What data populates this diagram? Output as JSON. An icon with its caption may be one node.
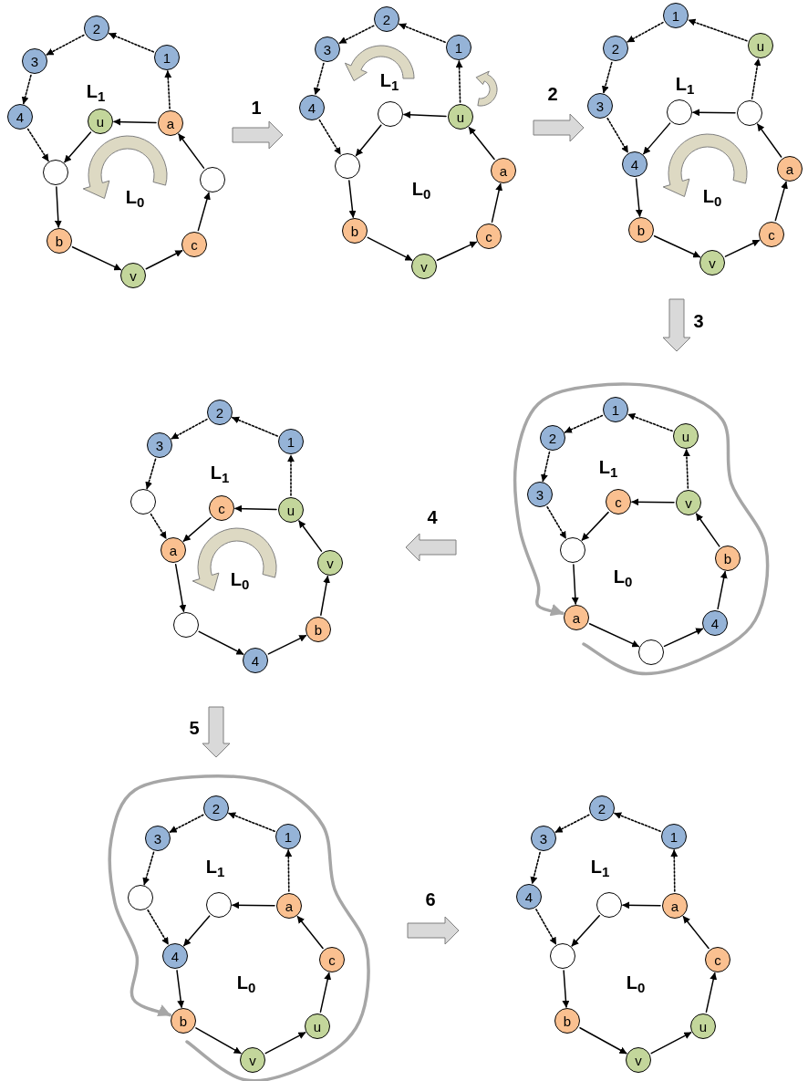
{
  "diagram": {
    "nodes": [
      {
        "text": [
          "2"
        ]
      },
      {
        "text": [
          "1"
        ]
      },
      {
        "text": [
          "3"
        ]
      },
      {
        "text": [
          "4"
        ]
      },
      {
        "text": [
          "u"
        ]
      },
      {
        "text": [
          "a"
        ]
      },
      {
        "text": [],
        "shape": "circle"
      },
      {
        "text": [],
        "shape": "circle"
      },
      {
        "text": [
          "b"
        ]
      },
      {
        "text": [
          "c"
        ]
      },
      {
        "text": [
          "v"
        ]
      },
      {
        "text": [
          "2"
        ]
      },
      {
        "text": [
          "1"
        ]
      },
      {
        "text": [
          "3"
        ]
      },
      {
        "text": [
          "4"
        ]
      },
      {
        "text": [],
        "shape": "circle"
      },
      {
        "text": [
          "u"
        ]
      },
      {
        "text": [],
        "shape": "circle"
      },
      {
        "text": [
          "a"
        ]
      },
      {
        "text": [
          "b"
        ]
      },
      {
        "text": [
          "c"
        ]
      },
      {
        "text": [
          "v"
        ]
      },
      {
        "text": [
          "1"
        ]
      },
      {
        "text": [
          "u"
        ]
      },
      {
        "text": [
          "2"
        ]
      },
      {
        "text": [
          "3"
        ]
      },
      {
        "text": [],
        "shape": "circle"
      },
      {
        "text": [],
        "shape": "circle"
      },
      {
        "text": [
          "4"
        ]
      },
      {
        "text": [
          "a"
        ]
      },
      {
        "text": [
          "b"
        ]
      },
      {
        "text": [
          "c"
        ]
      },
      {
        "text": [
          "v"
        ]
      },
      {
        "text": [
          "2"
        ]
      },
      {
        "text": [
          "1"
        ]
      },
      {
        "text": [
          "3"
        ]
      },
      {
        "text": [],
        "shape": "circle"
      },
      {
        "text": [
          "c"
        ]
      },
      {
        "text": [
          "u"
        ]
      },
      {
        "text": [
          "a"
        ]
      },
      {
        "text": [
          "v"
        ]
      },
      {
        "text": [],
        "shape": "circle"
      },
      {
        "text": [
          "b"
        ]
      },
      {
        "text": [
          "4"
        ]
      },
      {
        "text": [
          "1"
        ]
      },
      {
        "text": [
          "u"
        ]
      },
      {
        "text": [
          "2"
        ]
      },
      {
        "text": [
          "3"
        ]
      },
      {
        "text": [
          "c"
        ]
      },
      {
        "text": [
          "v"
        ]
      },
      {
        "text": [],
        "shape": "circle"
      },
      {
        "text": [
          "b"
        ]
      },
      {
        "text": [
          "a"
        ]
      },
      {
        "text": [
          "4"
        ]
      },
      {
        "text": [],
        "shape": "circle"
      },
      {
        "text": [
          "2"
        ]
      },
      {
        "text": [
          "1"
        ]
      },
      {
        "text": [
          "3"
        ]
      },
      {
        "text": [],
        "shape": "circle"
      },
      {
        "text": [],
        "shape": "circle"
      },
      {
        "text": [
          "a"
        ]
      },
      {
        "text": [
          "4"
        ]
      },
      {
        "text": [
          "c"
        ]
      },
      {
        "text": [
          "b"
        ]
      },
      {
        "text": [
          "u"
        ]
      },
      {
        "text": [
          "v"
        ]
      },
      {
        "text": [
          "2"
        ]
      },
      {
        "text": [
          "1"
        ]
      },
      {
        "text": [
          "3"
        ]
      },
      {
        "text": [
          "4"
        ]
      },
      {
        "text": [],
        "shape": "circle"
      },
      {
        "text": [
          "a"
        ]
      },
      {
        "text": [],
        "shape": "circle"
      },
      {
        "text": [
          "c"
        ]
      },
      {
        "text": [
          "b"
        ]
      },
      {
        "text": [
          "u"
        ]
      },
      {
        "text": [
          "v"
        ]
      }
    ],
    "edges": [
      {
        "from": 1,
        "to": 0,
        "arrow": "to",
        "style": "dashed"
      },
      {
        "from": 0,
        "to": 2,
        "arrow": "to",
        "style": "dashed"
      },
      {
        "from": 2,
        "to": 3,
        "arrow": "to",
        "style": "dashed"
      },
      {
        "from": 3,
        "to": 6,
        "arrow": "to",
        "style": "dashed"
      },
      {
        "from": 5,
        "to": 1,
        "arrow": "to",
        "style": "dashed"
      },
      {
        "from": 5,
        "to": 4,
        "arrow": "to"
      },
      {
        "from": 4,
        "to": 6,
        "arrow": "to"
      },
      {
        "from": 6,
        "to": 8,
        "arrow": "to"
      },
      {
        "from": 8,
        "to": 10,
        "arrow": "to"
      },
      {
        "from": 10,
        "to": 9,
        "arrow": "to"
      },
      {
        "from": 9,
        "to": 7,
        "arrow": "to"
      },
      {
        "from": 7,
        "to": 5,
        "arrow": "to"
      },
      {
        "from": 12,
        "to": 11,
        "arrow": "to",
        "style": "dashed"
      },
      {
        "from": 11,
        "to": 13,
        "arrow": "to",
        "style": "dashed"
      },
      {
        "from": 13,
        "to": 14,
        "arrow": "to",
        "style": "dashed"
      },
      {
        "from": 14,
        "to": 17,
        "arrow": "to",
        "style": "dashed"
      },
      {
        "from": 16,
        "to": 12,
        "arrow": "to",
        "style": "dashed"
      },
      {
        "from": 16,
        "to": 15,
        "arrow": "to"
      },
      {
        "from": 15,
        "to": 17,
        "arrow": "to"
      },
      {
        "from": 17,
        "to": 19,
        "arrow": "to"
      },
      {
        "from": 19,
        "to": 21,
        "arrow": "to"
      },
      {
        "from": 21,
        "to": 20,
        "arrow": "to"
      },
      {
        "from": 20,
        "to": 18,
        "arrow": "to"
      },
      {
        "from": 18,
        "to": 16,
        "arrow": "to"
      },
      {
        "from": 22,
        "to": 24,
        "arrow": "to",
        "style": "dashed"
      },
      {
        "from": 24,
        "to": 25,
        "arrow": "to",
        "style": "dashed"
      },
      {
        "from": 25,
        "to": 28,
        "arrow": "to",
        "style": "dashed"
      },
      {
        "from": 27,
        "to": 23,
        "arrow": "to",
        "style": "dashed"
      },
      {
        "from": 23,
        "to": 22,
        "arrow": "to",
        "style": "dashed"
      },
      {
        "from": 27,
        "to": 26,
        "arrow": "to"
      },
      {
        "from": 26,
        "to": 28,
        "arrow": "to"
      },
      {
        "from": 28,
        "to": 30,
        "arrow": "to"
      },
      {
        "from": 30,
        "to": 32,
        "arrow": "to"
      },
      {
        "from": 32,
        "to": 31,
        "arrow": "to"
      },
      {
        "from": 31,
        "to": 29,
        "arrow": "to"
      },
      {
        "from": 29,
        "to": 27,
        "arrow": "to"
      },
      {
        "from": 34,
        "to": 33,
        "arrow": "to",
        "style": "dashed"
      },
      {
        "from": 33,
        "to": 35,
        "arrow": "to",
        "style": "dashed"
      },
      {
        "from": 35,
        "to": 36,
        "arrow": "to",
        "style": "dashed"
      },
      {
        "from": 36,
        "to": 39,
        "arrow": "to",
        "style": "dashed"
      },
      {
        "from": 38,
        "to": 34,
        "arrow": "to",
        "style": "dashed"
      },
      {
        "from": 38,
        "to": 37,
        "arrow": "to"
      },
      {
        "from": 37,
        "to": 39,
        "arrow": "to"
      },
      {
        "from": 39,
        "to": 41,
        "arrow": "to"
      },
      {
        "from": 41,
        "to": 43,
        "arrow": "to"
      },
      {
        "from": 43,
        "to": 42,
        "arrow": "to"
      },
      {
        "from": 42,
        "to": 40,
        "arrow": "to"
      },
      {
        "from": 40,
        "to": 38,
        "arrow": "to"
      },
      {
        "from": 44,
        "to": 46,
        "arrow": "to",
        "style": "dashed"
      },
      {
        "from": 46,
        "to": 47,
        "arrow": "to",
        "style": "dashed"
      },
      {
        "from": 47,
        "to": 50,
        "arrow": "to",
        "style": "dashed"
      },
      {
        "from": 49,
        "to": 45,
        "arrow": "to",
        "style": "dashed"
      },
      {
        "from": 45,
        "to": 44,
        "arrow": "to",
        "style": "dashed"
      },
      {
        "from": 49,
        "to": 48,
        "arrow": "to"
      },
      {
        "from": 48,
        "to": 50,
        "arrow": "to"
      },
      {
        "from": 50,
        "to": 52,
        "arrow": "to"
      },
      {
        "from": 52,
        "to": 54,
        "arrow": "to"
      },
      {
        "from": 54,
        "to": 53,
        "arrow": "to"
      },
      {
        "from": 53,
        "to": 51,
        "arrow": "to"
      },
      {
        "from": 51,
        "to": 49,
        "arrow": "to"
      },
      {
        "from": 56,
        "to": 55,
        "arrow": "to",
        "style": "dashed"
      },
      {
        "from": 55,
        "to": 57,
        "arrow": "to",
        "style": "dashed"
      },
      {
        "from": 57,
        "to": 58,
        "arrow": "to",
        "style": "dashed"
      },
      {
        "from": 58,
        "to": 61,
        "arrow": "to",
        "style": "dashed"
      },
      {
        "from": 60,
        "to": 56,
        "arrow": "to",
        "style": "dashed"
      },
      {
        "from": 60,
        "to": 59,
        "arrow": "to"
      },
      {
        "from": 59,
        "to": 61,
        "arrow": "to"
      },
      {
        "from": 61,
        "to": 63,
        "arrow": "to"
      },
      {
        "from": 63,
        "to": 65,
        "arrow": "to"
      },
      {
        "from": 65,
        "to": 64,
        "arrow": "to"
      },
      {
        "from": 64,
        "to": 62,
        "arrow": "to"
      },
      {
        "from": 62,
        "to": 60,
        "arrow": "to"
      },
      {
        "from": 67,
        "to": 66,
        "arrow": "to",
        "style": "dashed"
      },
      {
        "from": 66,
        "to": 68,
        "arrow": "to",
        "style": "dashed"
      },
      {
        "from": 68,
        "to": 69,
        "arrow": "to",
        "style": "dashed"
      },
      {
        "from": 69,
        "to": 72,
        "arrow": "to",
        "style": "dashed"
      },
      {
        "from": 71,
        "to": 67,
        "arrow": "to",
        "style": "dashed"
      },
      {
        "from": 71,
        "to": 70,
        "arrow": "to"
      },
      {
        "from": 70,
        "to": 72,
        "arrow": "to"
      },
      {
        "from": 72,
        "to": 74,
        "arrow": "to"
      },
      {
        "from": 74,
        "to": 76,
        "arrow": "to"
      },
      {
        "from": 76,
        "to": 75,
        "arrow": "to"
      },
      {
        "from": 75,
        "to": 73,
        "arrow": "to"
      },
      {
        "from": 73,
        "to": 71,
        "arrow": "to"
      },
      {
        "from": null,
        "to": 52,
        "arrow": "to",
        "style": "thick",
        "color": "#a6a6a6"
      },
      {
        "from": null,
        "to": 63,
        "arrow": "to",
        "style": "thick",
        "color": "#a6a6a6"
      }
    ],
    "labels": [
      "L$_{1}$",
      "L$_{0}$",
      "1",
      "L$_{1}$",
      "L$_{0}$",
      "2",
      "L$_{1}$",
      "L$_{0}$",
      "3",
      "L$_{1}$",
      "L$_{0}$",
      "4",
      "L$_{1}$",
      "L$_{0}$",
      "5",
      "L$_{1}$",
      "L$_{0}$",
      "6",
      "L$_{1}$",
      "L$_{0}$"
    ]
  }
}
